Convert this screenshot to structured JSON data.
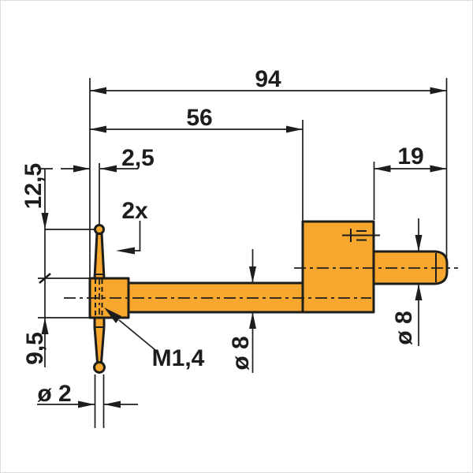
{
  "drawing": {
    "type": "technical-dimension-drawing",
    "colors": {
      "part_fill": "#F7A72E",
      "line": "#1D1D1B",
      "background": "#FFFFFF"
    },
    "labels": {
      "overall_length": "94",
      "hub_to_block_length": "56",
      "stylus_offset": "2,5",
      "stud_length": "19",
      "tip_above_hub": "12,5",
      "hub_height": "9,5",
      "ball_diameter": "ø 2",
      "shaft_diameter": "ø 8",
      "stud_diameter": "ø 8",
      "thread": "M1,4",
      "quantity_note": "2x"
    }
  }
}
